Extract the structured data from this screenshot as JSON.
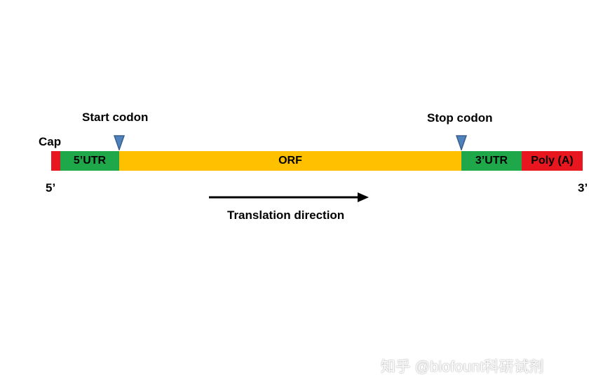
{
  "diagram": {
    "segments": [
      {
        "id": "cap",
        "label": "",
        "color": "#e8171f"
      },
      {
        "id": "utr5",
        "label": "5’UTR",
        "color": "#1ea84a"
      },
      {
        "id": "orf",
        "label": "ORF",
        "color": "#ffc000"
      },
      {
        "id": "utr3",
        "label": "3’UTR",
        "color": "#1ea84a"
      },
      {
        "id": "polya",
        "label": "Poly (A)",
        "color": "#e8171f"
      }
    ],
    "labels": {
      "cap": "Cap",
      "start_codon": "Start codon",
      "stop_codon": "Stop codon",
      "five_prime": "5’",
      "three_prime": "3’",
      "translation_direction": "Translation direction"
    },
    "marker_color": "#4f81bd",
    "arrow_color": "#000000"
  },
  "watermark": "知乎 @biofount科研试剂"
}
